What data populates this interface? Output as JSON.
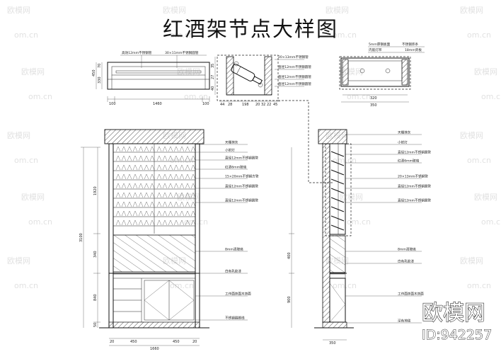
{
  "title": "红酒架节点大样图",
  "brand": {
    "name": "欧模网",
    "id": "ID:942257"
  },
  "watermark": {
    "text": "欧模网",
    "url": "om.cn"
  },
  "top_left_detail": {
    "notes": [
      "高效12mm不锈钢管",
      "30×11mm不锈钢圆管"
    ],
    "dims_bottom": [
      "100",
      "1460",
      "100"
    ],
    "dims_left": [
      "450",
      "330",
      "70"
    ]
  },
  "top_mid_detail": {
    "notes": [
      "20×13mm不锈钢管",
      "直径12mm不锈钢圆管",
      "直径12mm不锈钢圆管",
      "直径12mm不锈钢圆管"
    ],
    "dims_bottom": [
      "44",
      "28",
      "198",
      "20",
      "32",
      "22",
      "45"
    ],
    "dims_left": [
      "35",
      "27",
      "40"
    ]
  },
  "top_right_detail": {
    "notes": [
      "5mm厚钢板面",
      "不锈钢饰条",
      "内嵌灯带",
      "18mm夹板"
    ],
    "dims_bottom": [
      "320",
      "350"
    ]
  },
  "front_elevation": {
    "notes": [
      "天棚抹灰",
      "小射灯",
      "直径12mm不锈钢圆管",
      "红酒6mm玻璃",
      "15×20mm不锈钢方管",
      "直径12mm不锈钢圆管",
      "直径12mm不锈钢圆管",
      "8mm清玻璃",
      "白色乳胶漆",
      "工作面饰面木饰面",
      "不锈钢踢脚线"
    ],
    "dims_left": [
      "1920",
      "3100",
      "340",
      "840",
      "50"
    ],
    "dims_bottom": [
      "20",
      "450",
      "450",
      "20"
    ],
    "dim_total": "1660"
  },
  "side_section": {
    "notes": [
      "天棚抹灰",
      "小射灯",
      "直径12mm不锈钢圆管",
      "红酒6mm玻璃",
      "20×13mm不锈钢管",
      "直径12mm不锈钢圆管",
      "直径12mm不锈钢圆管",
      "8mm清玻璃",
      "白色乳胶漆",
      "工作面饰面木饰面",
      "深色地毯"
    ],
    "dims_left": [
      "400",
      "900"
    ],
    "dims_bottom": [
      "350"
    ]
  }
}
